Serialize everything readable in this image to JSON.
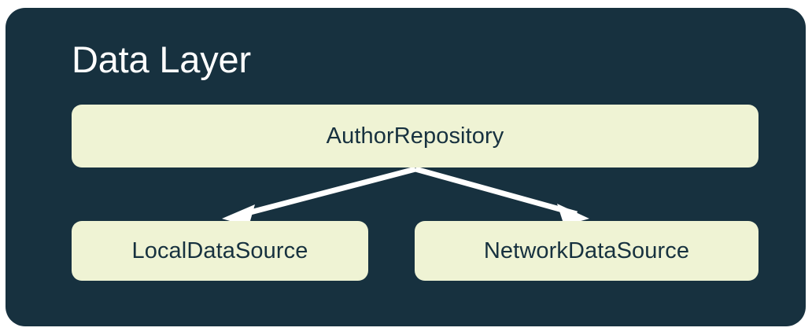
{
  "diagram": {
    "title": "Data Layer",
    "background_color": "#17313f",
    "node_fill_color": "#eff3d4",
    "node_text_color": "#17313f",
    "title_color": "#ffffff",
    "arrow_color": "#ffffff",
    "nodes": [
      {
        "id": "repository",
        "label": "AuthorRepository",
        "row": "top"
      },
      {
        "id": "local",
        "label": "LocalDataSource",
        "row": "bottom"
      },
      {
        "id": "network",
        "label": "NetworkDataSource",
        "row": "bottom"
      }
    ],
    "edges": [
      {
        "from": "repository",
        "to": "local",
        "style": "arrow"
      },
      {
        "from": "repository",
        "to": "network",
        "style": "arrow"
      }
    ]
  }
}
